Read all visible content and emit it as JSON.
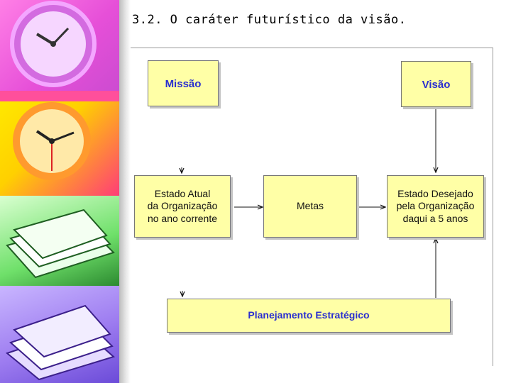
{
  "slide": {
    "title": "3.2. O caráter futurístico da visão."
  },
  "decor": {
    "panels": [
      "clock-purple-image",
      "clock-yellow-image",
      "papers-green-image",
      "papers-violet-image"
    ]
  },
  "diagram": {
    "missao": "Missão",
    "visao": "Visão",
    "estado_atual": "Estado Atual\nda Organização\nno ano corrente",
    "metas": "Metas",
    "estado_desejado": "Estado Desejado\npela Organização\ndaqui a 5 anos",
    "planejamento": "Planejamento Estratégico",
    "colors": {
      "box_fill": "#ffffa6",
      "blue_text": "#2a2fd0"
    }
  }
}
